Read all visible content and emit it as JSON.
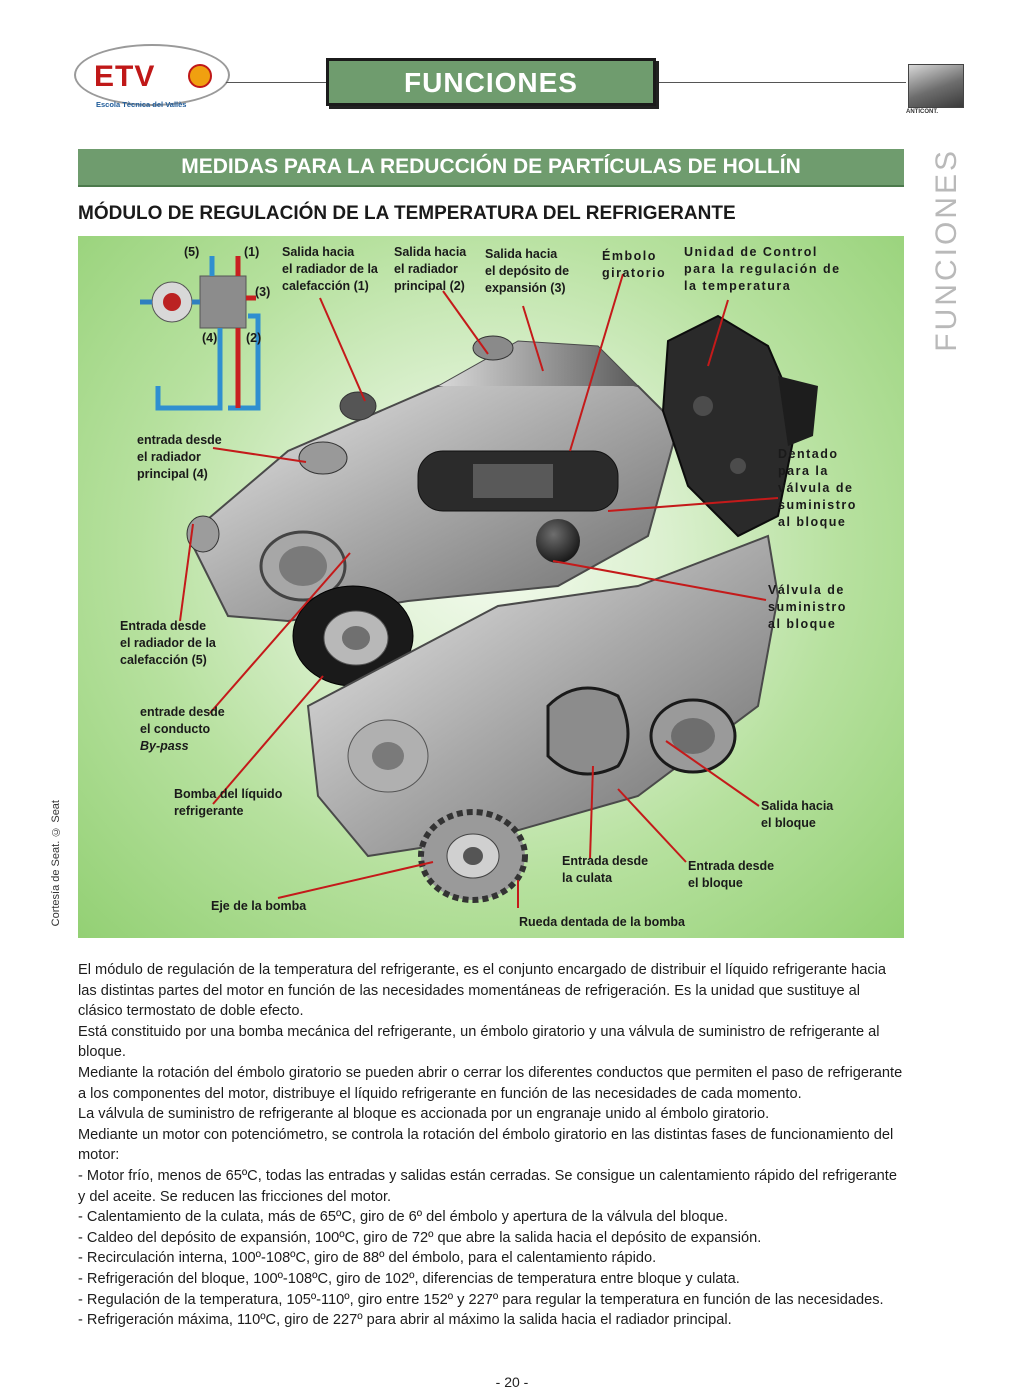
{
  "header": {
    "logo_text": "ETV",
    "logo_subtitle": "Escola Tècnica del Vallès",
    "title": "FUNCIONES",
    "thumbnail_caption": "ANTICONT."
  },
  "side_label": "FUNCIONES",
  "section_title": "MEDIDAS PARA LA REDUCCIÓN DE PARTÍCULAS DE HOLLÍN",
  "subheading": "MÓDULO DE REGULACIÓN DE LA TEMPERATURA DEL REFRIGERANTE",
  "figure": {
    "schematic_numbers": [
      "(5)",
      "(1)",
      "(3)",
      "(4)",
      "(2)"
    ],
    "labels": [
      {
        "id": "salida-calefaccion",
        "text": "Salida hacia\nel radiador de la\ncalefacción (1)"
      },
      {
        "id": "salida-radiador",
        "text": "Salida hacia\nel radiador\nprincipal (2)"
      },
      {
        "id": "salida-deposito",
        "text": "Salida hacia\nel depósito de\nexpansión (3)"
      },
      {
        "id": "embolo",
        "text": "Émbolo\ngiratorio"
      },
      {
        "id": "unidad-control",
        "text": "Unidad de Control\npara la regulación de\nla temperatura"
      },
      {
        "id": "entrada-radiador",
        "text": "entrada desde\nel radiador\nprincipal (4)"
      },
      {
        "id": "dentado",
        "text": "Dentado\npara la\nválvula de\nsuministro\nal bloque"
      },
      {
        "id": "valvula",
        "text": "Válvula de\nsuministro\nal bloque"
      },
      {
        "id": "entrada-calefaccion",
        "text": "Entrada desde\nel radiador de la\ncalefacción (5)"
      },
      {
        "id": "entrada-bypass",
        "text": "entrade desde\nel conducto\nBy-pass"
      },
      {
        "id": "bomba",
        "text": "Bomba del líquido\nrefrigerante"
      },
      {
        "id": "salida-bloque",
        "text": "Salida hacia\nel bloque"
      },
      {
        "id": "entrada-culata",
        "text": "Entrada desde\nla culata"
      },
      {
        "id": "entrada-bloque",
        "text": "Entrada desde\nel bloque"
      },
      {
        "id": "eje",
        "text": "Eje de la bomba"
      },
      {
        "id": "rueda",
        "text": "Rueda dentada de la bomba"
      }
    ],
    "credit": "Cortesía de Seat. © Seat"
  },
  "body_paragraphs": [
    "El módulo de regulación de la temperatura del refrigerante, es el conjunto encargado de distribuir el líquido refrigerante hacia las distintas partes del motor en función de las necesidades momentáneas de refrigeración. Es la unidad que sustituye al clásico termostato de doble efecto.",
    "Está constituido por una bomba mecánica del refrigerante, un émbolo giratorio y una válvula de suministro de refrigerante al bloque.",
    "Mediante la rotación del émbolo giratorio se pueden abrir o cerrar los diferentes conductos que permiten el paso de refrigerante a los componentes del motor, distribuye el líquido refrigerante en función de las necesidades de cada momento.",
    "La válvula de suministro de refrigerante al bloque es accionada por un engranaje unido al émbolo giratorio.",
    "Mediante un motor con potenciómetro, se controla la rotación del émbolo giratorio en las distintas fases de funcionamiento del motor:",
    "- Motor frío, menos de 65ºC, todas las entradas y salidas están cerradas. Se consigue un calentamiento rápido del refrigerante y del aceite. Se reducen las fricciones del motor.",
    "- Calentamiento de la culata, más de 65ºC, giro de 6º del émbolo y apertura de la válvula del bloque.",
    "- Caldeo del depósito de expansión, 100ºC, giro de 72º que abre la salida hacia el depósito de expansión.",
    "- Recirculación interna, 100º-108ºC, giro de 88º del émbolo, para el calentamiento rápido.",
    "- Refrigeración del bloque, 100º-108ºC, giro de 102º, diferencias de temperatura entre bloque y culata.",
    "- Regulación de la temperatura, 105º-110º, giro entre 152º y 227º para regular la temperatura en función de las necesidades.",
    "- Refrigeración máxima, 110ºC, giro de 227º para abrir al máximo la salida hacia el radiador principal."
  ],
  "page_number": "- 20 -"
}
